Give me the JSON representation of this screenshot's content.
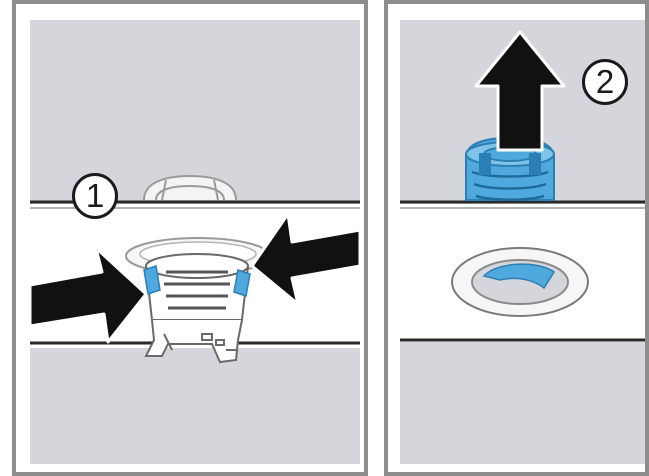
{
  "steps": [
    {
      "number": "1",
      "action": "press-tabs-inward"
    },
    {
      "number": "2",
      "action": "pull-part-upward"
    }
  ],
  "colors": {
    "background_gray": "#d4d6dc",
    "panel_border": "#8c8c8c",
    "part_blue": "#4fa9dc",
    "part_blue_dark": "#2c7fb4",
    "arrow_black": "#111111",
    "line_dark": "#2a2a2a"
  },
  "icons": [
    "press-arrow-left-icon",
    "press-arrow-right-icon",
    "pull-up-arrow-icon"
  ]
}
